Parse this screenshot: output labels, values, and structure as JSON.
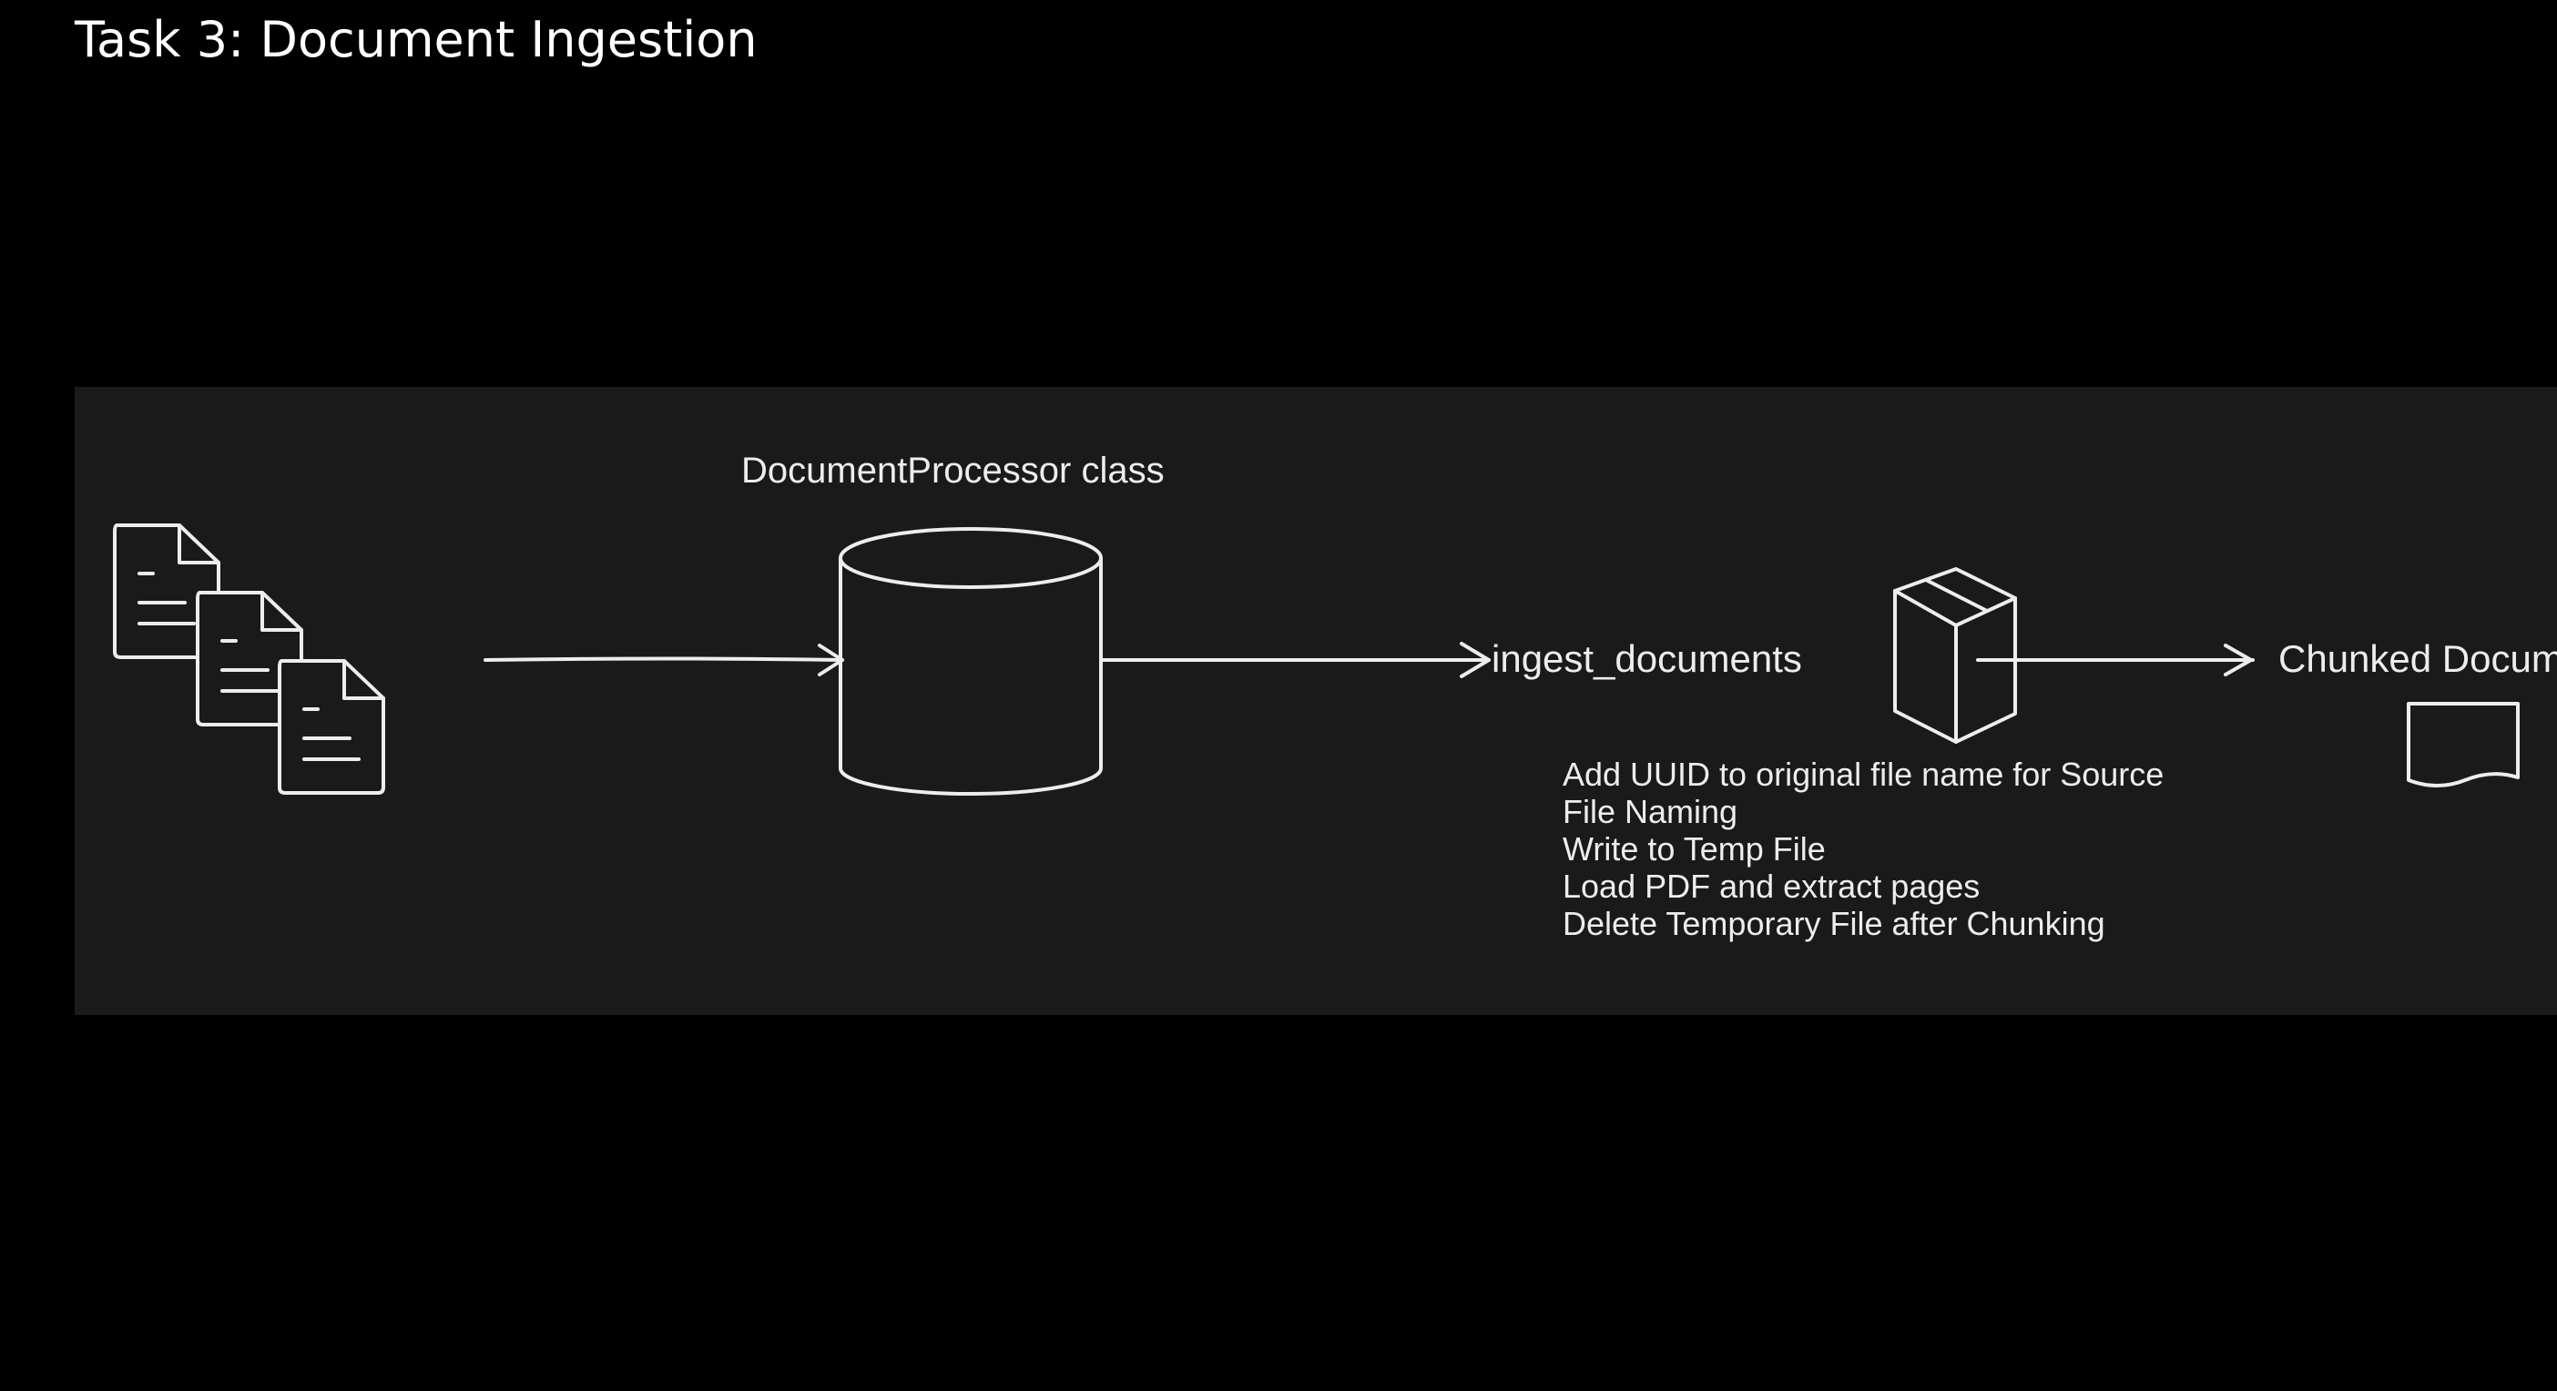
{
  "slide": {
    "title": "Task 3: Document Ingestion"
  },
  "diagram": {
    "processor_label": "DocumentProcessor class",
    "ingest_label": "ingest_documents",
    "output_label": "Chunked Documents",
    "ingest_steps": [
      "Add UUID to original file name for Source",
      "File Naming",
      "Write to Temp File",
      "Load PDF and extract pages",
      "Delete Temporary File after Chunking"
    ],
    "icons": {
      "source": "document-stack-icon",
      "processor": "database-cylinder-icon",
      "ingest": "package-box-icon",
      "output": "document-icon"
    }
  },
  "colors": {
    "page_background": "#000000",
    "panel_background": "#1a1a1a",
    "stroke": "#ededed",
    "text": "#ffffff"
  }
}
